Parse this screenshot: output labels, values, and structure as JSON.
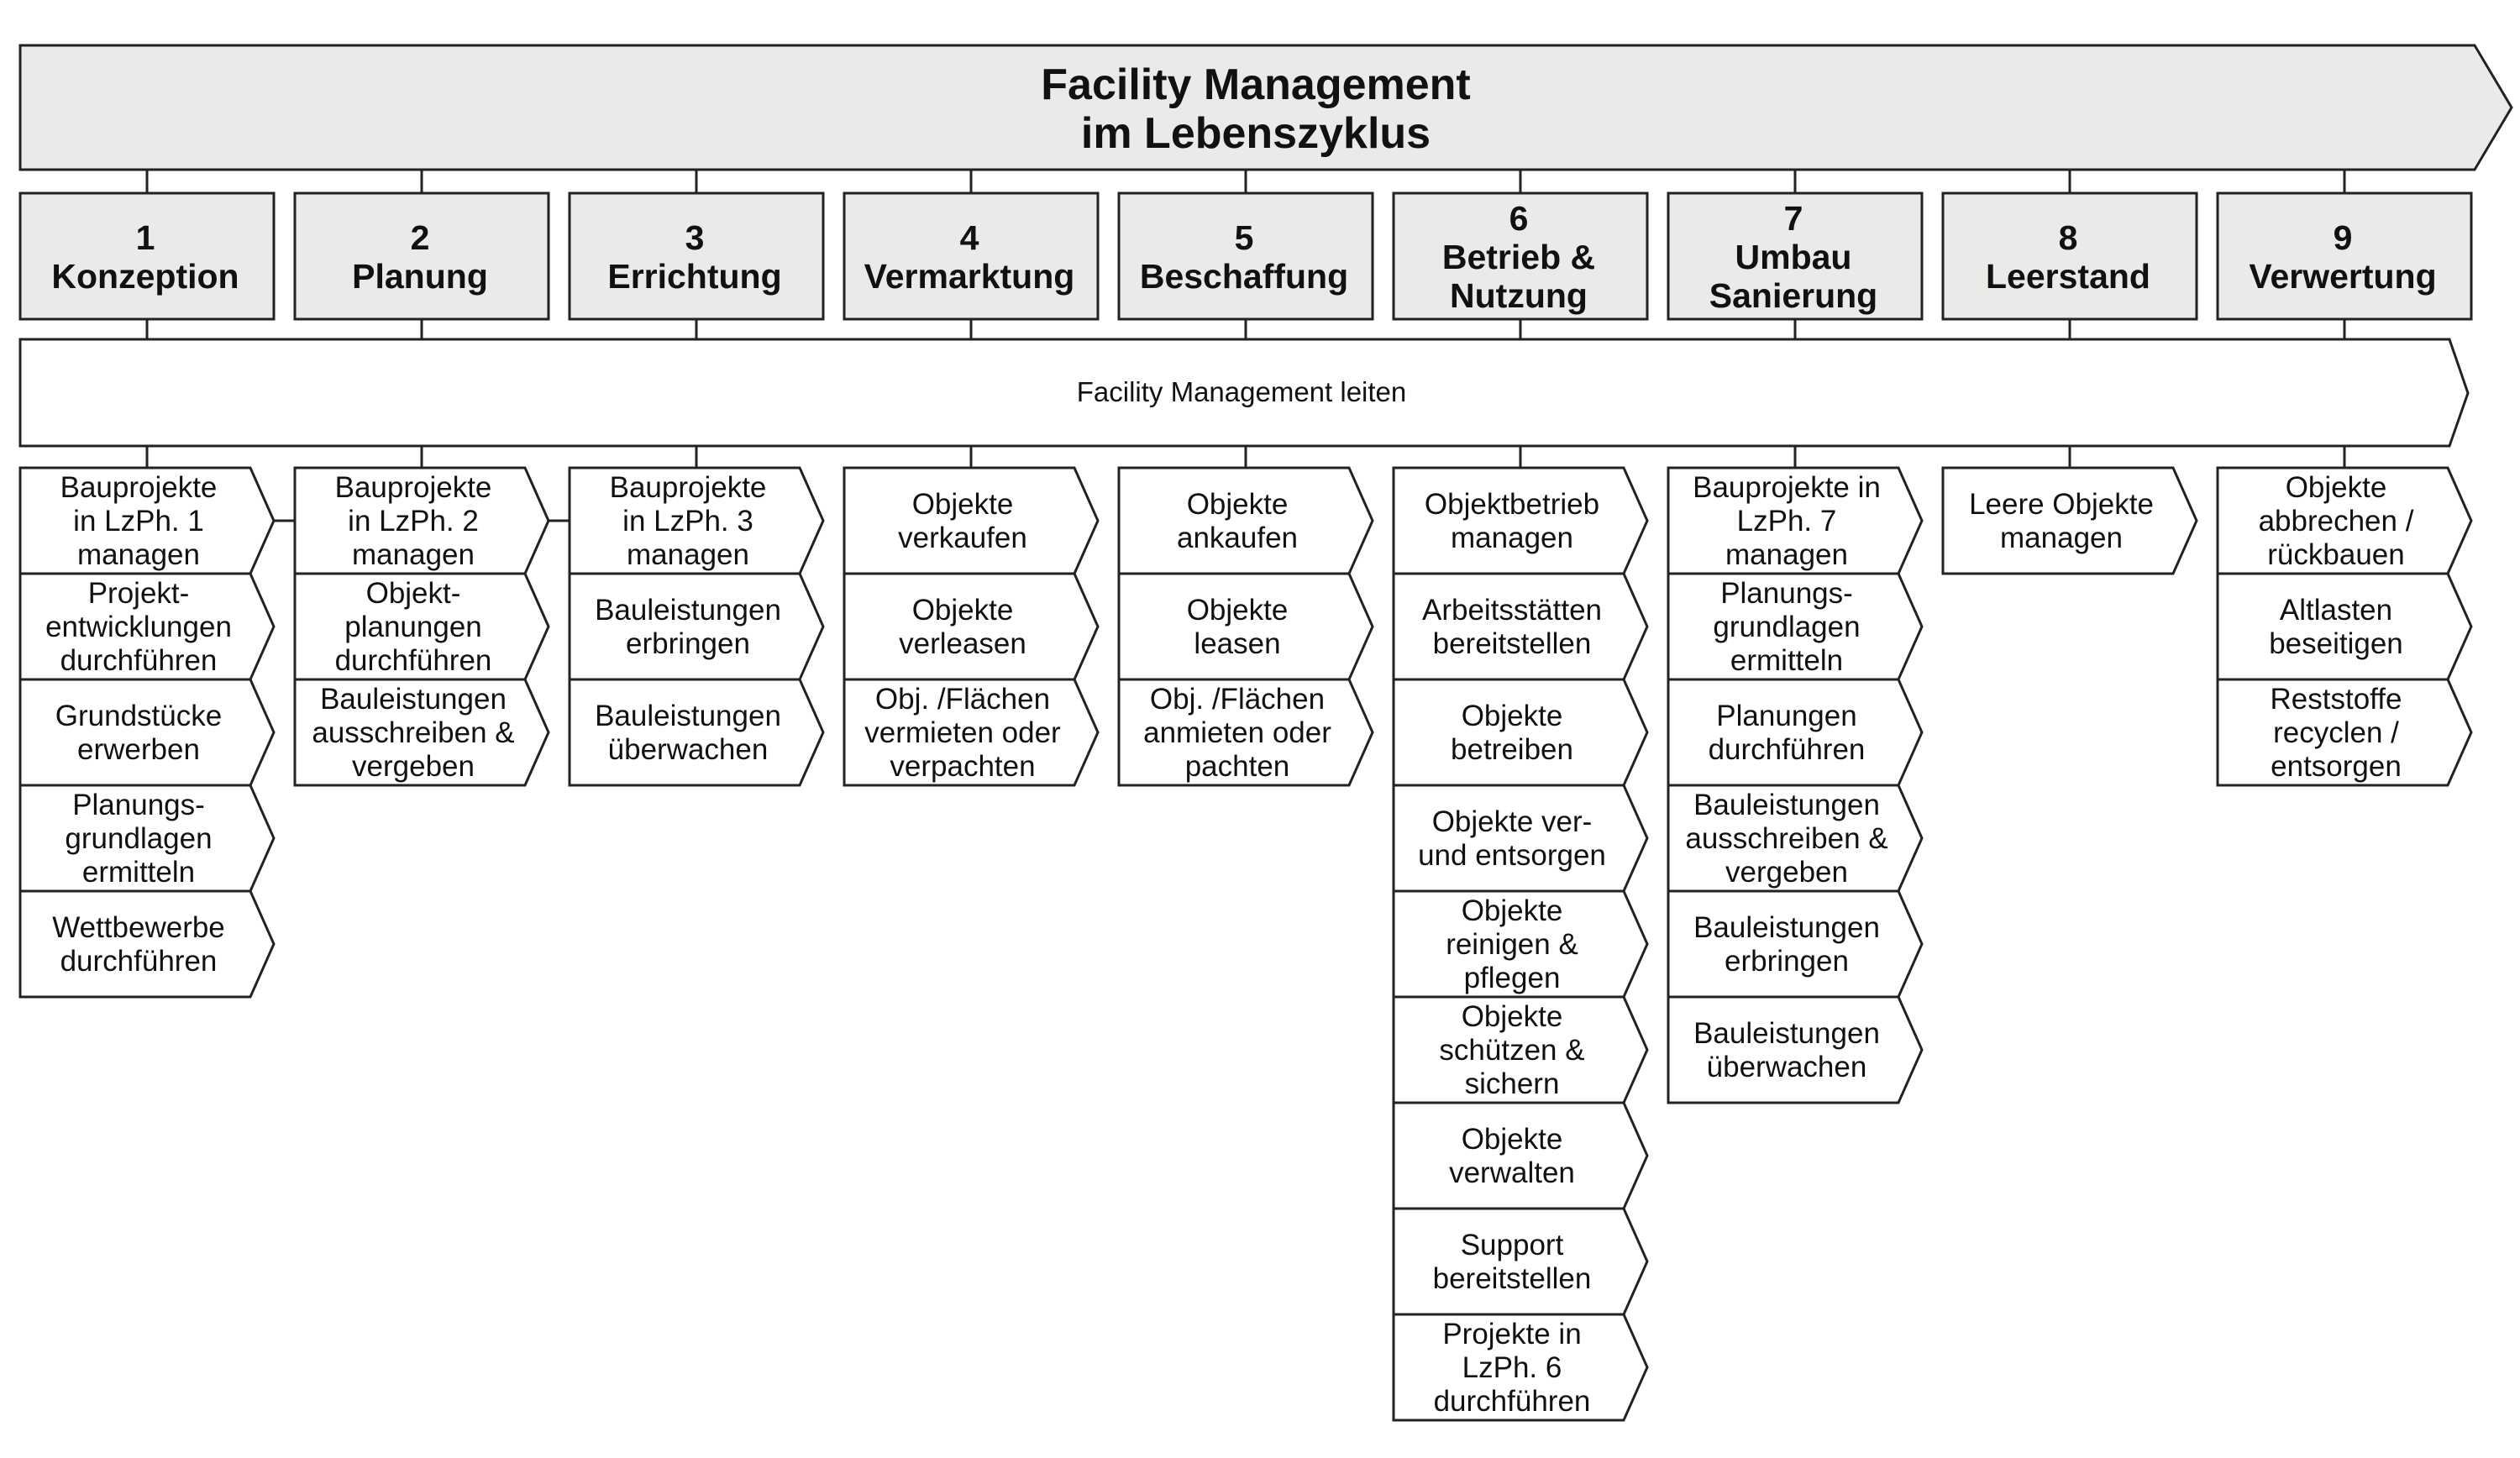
{
  "header": {
    "lines": [
      "Facility Management",
      "im Lebenszyklus"
    ]
  },
  "lead_bar": {
    "label": "Facility Management leiten"
  },
  "phases": [
    {
      "lines": [
        "1",
        "Konzeption"
      ],
      "tasks": [
        [
          "Bauprojekte",
          "in LzPh. 1",
          "managen"
        ],
        [
          "Projekt-",
          "entwicklungen",
          "durchführen"
        ],
        [
          "Grundstücke",
          "erwerben"
        ],
        [
          "Planungs-",
          "grundlagen",
          "ermitteln"
        ],
        [
          "Wettbewerbe",
          "durchführen"
        ]
      ]
    },
    {
      "lines": [
        "2",
        "Planung"
      ],
      "tasks": [
        [
          "Bauprojekte",
          "in LzPh. 2",
          "managen"
        ],
        [
          "Objekt-",
          "planungen",
          "durchführen"
        ],
        [
          "Bauleistungen",
          "ausschreiben &",
          "vergeben"
        ]
      ]
    },
    {
      "lines": [
        "3",
        "Errichtung"
      ],
      "tasks": [
        [
          "Bauprojekte",
          "in LzPh. 3",
          "managen"
        ],
        [
          "Bauleistungen",
          "erbringen"
        ],
        [
          "Bauleistungen",
          "überwachen"
        ]
      ]
    },
    {
      "lines": [
        "4",
        "Vermarktung"
      ],
      "tasks": [
        [
          "Objekte",
          "verkaufen"
        ],
        [
          "Objekte",
          "verleasen"
        ],
        [
          "Obj. /Flächen",
          "vermieten oder",
          "verpachten"
        ]
      ]
    },
    {
      "lines": [
        "5",
        "Beschaffung"
      ],
      "tasks": [
        [
          "Objekte",
          "ankaufen"
        ],
        [
          "Objekte",
          "leasen"
        ],
        [
          "Obj. /Flächen",
          "anmieten oder",
          "pachten"
        ]
      ]
    },
    {
      "lines": [
        "6",
        "Betrieb &",
        "Nutzung"
      ],
      "tasks": [
        [
          "Objektbetrieb",
          "managen"
        ],
        [
          "Arbeitsstätten",
          "bereitstellen"
        ],
        [
          "Objekte",
          "betreiben"
        ],
        [
          "Objekte ver-",
          "und entsorgen"
        ],
        [
          "Objekte",
          "reinigen &",
          "pflegen"
        ],
        [
          "Objekte",
          "schützen &",
          "sichern"
        ],
        [
          "Objekte",
          "verwalten"
        ],
        [
          "Support",
          "bereitstellen"
        ],
        [
          "Projekte in",
          "LzPh. 6",
          "durchführen"
        ]
      ]
    },
    {
      "lines": [
        "7",
        "Umbau",
        "Sanierung"
      ],
      "tasks": [
        [
          "Bauprojekte in",
          "LzPh. 7",
          "managen"
        ],
        [
          "Planungs-",
          "grundlagen",
          "ermitteln"
        ],
        [
          "Planungen",
          "durchführen"
        ],
        [
          "Bauleistungen",
          "ausschreiben &",
          "vergeben"
        ],
        [
          "Bauleistungen",
          "erbringen"
        ],
        [
          "Bauleistungen",
          "überwachen"
        ]
      ]
    },
    {
      "lines": [
        "8",
        "Leerstand"
      ],
      "tasks": [
        [
          "Leere Objekte",
          "managen"
        ]
      ]
    },
    {
      "lines": [
        "9",
        "Verwertung"
      ],
      "tasks": [
        [
          "Objekte",
          "abbrechen /",
          "rückbauen"
        ],
        [
          "Altlasten",
          "beseitigen"
        ],
        [
          "Reststoffe",
          "recyclen /",
          "entsorgen"
        ]
      ]
    }
  ]
}
